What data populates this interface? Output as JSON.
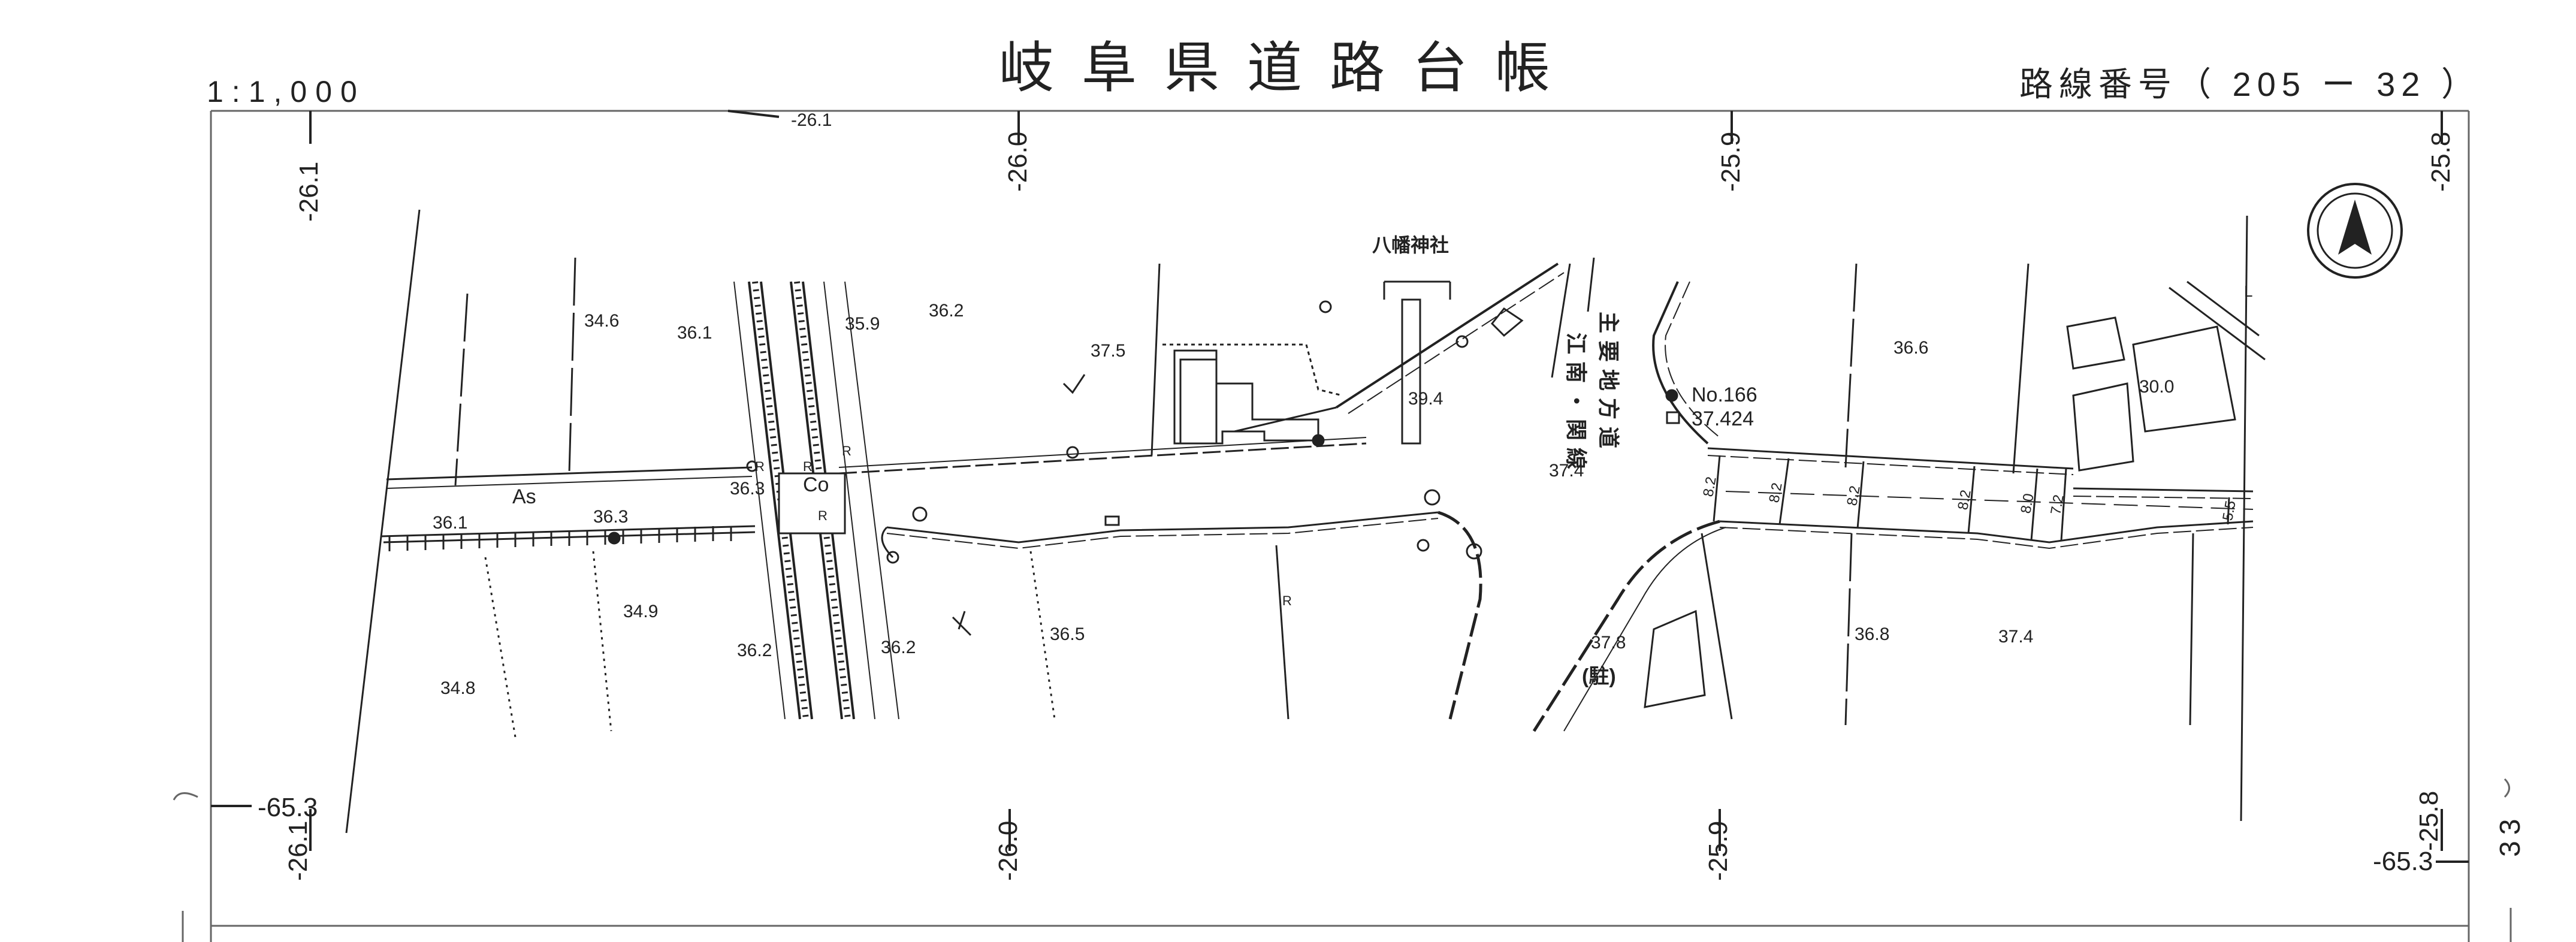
{
  "header": {
    "title": "岐阜県道路台帳",
    "scale": "1:1,000",
    "route_number": "路線番号（ 205 ー 32 ）"
  },
  "grid_labels": {
    "top": [
      "-26.1",
      "-26.0",
      "-25.9",
      "-25.8"
    ],
    "bottom": [
      "-26.1",
      "-26.0",
      "-25.9",
      "-25.8"
    ],
    "left_side": "-65.3",
    "right_side": "-65.3",
    "top_edge": "-26.1"
  },
  "sheet_edge": {
    "page_mark": "33"
  },
  "features": {
    "shrine": "八幡神社",
    "road_name": [
      "主要地方道",
      "江南・関線"
    ],
    "marker_no": "No.166",
    "marker_elevation": "37.424",
    "parking": "(駐)",
    "pavement_as": "As",
    "pavement_co": "Co",
    "rail_marks": [
      "R",
      "R",
      "R",
      "R",
      "R"
    ],
    "boundary_mark": "L"
  },
  "spot_heights": [
    "34.6",
    "36.1",
    "35.9",
    "36.2",
    "37.5",
    "39.4",
    "36.3",
    "36.1",
    "36.3",
    "34.9",
    "36.2",
    "36.2",
    "36.5",
    "34.8",
    "37.4",
    "37.8",
    "36.6",
    "30.0",
    "36.8",
    "37.4"
  ],
  "road_widths": [
    "8.2",
    "8.2",
    "8.2",
    "8.2",
    "8.0",
    "7.2",
    "5.5"
  ]
}
